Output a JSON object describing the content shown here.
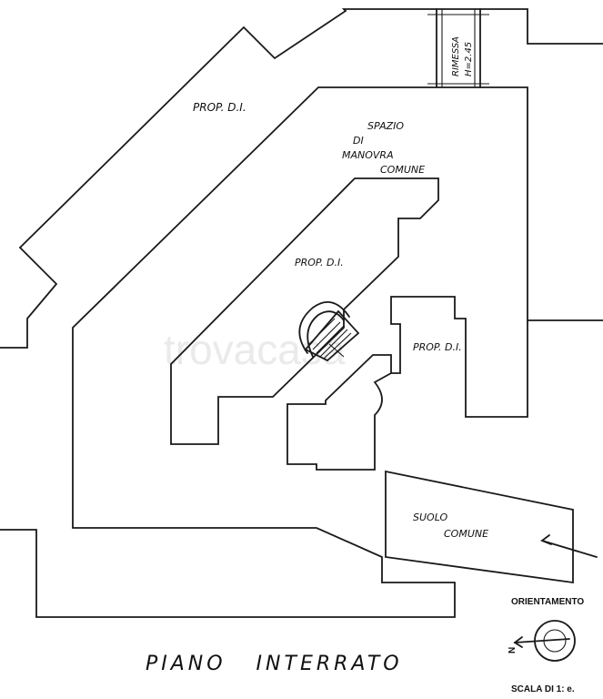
{
  "plan": {
    "title": "PIANO   INTERRATO",
    "rooms": {
      "prop_top": "PROP. D.I.",
      "prop_center": "PROP. D.I.",
      "prop_right": "PROP. D.I.",
      "spazio": [
        "SPAZIO",
        "DI",
        "MANOVRA",
        "COMUNE"
      ],
      "rimessa": [
        "RIMESSA",
        "H=2.45"
      ],
      "suolo": [
        "SUOLO",
        "COMUNE"
      ]
    },
    "orientamento_label": "ORIENTAMENTO",
    "north_symbol": "N",
    "scala_label": "SCALA DI 1: e.",
    "watermark": "trovacasa"
  }
}
